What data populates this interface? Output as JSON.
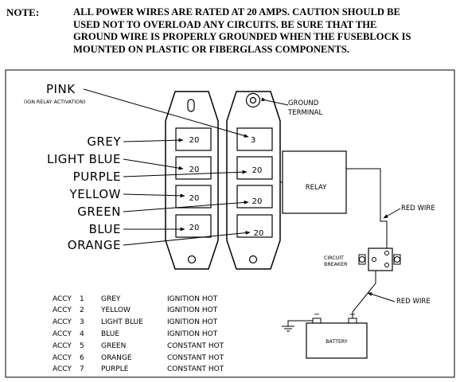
{
  "note": {
    "label": "NOTE:",
    "lines": [
      "ALL POWER WIRES ARE RATED AT 20 AMPS. CAUTION SHOULD BE",
      "USED NOT TO OVERLOAD ANY CIRCUITS.  BE SURE THAT THE",
      "GROUND WIRE IS PROPERLY GROUNDED WHEN THE FUSEBLOCK  IS",
      "MOUNTED ON PLASTIC OR FIBERGLASS COMPONENTS."
    ]
  },
  "diagram": {
    "pink_label": "PINK",
    "pink_sublabel": "(IGN RELAY ACTIVATION)",
    "wire_labels": [
      "GREY",
      "LIGHT BLUE",
      "PURPLE",
      "YELLOW",
      "GREEN",
      "BLUE",
      "ORANGE"
    ],
    "left_fuses": [
      "20",
      "20",
      "20",
      "20"
    ],
    "right_fuses": [
      "3",
      "20",
      "20",
      "20"
    ],
    "ground_terminal": [
      "GROUND",
      "TERMINAL"
    ],
    "relay": "RELAY",
    "red_wire_top": "RED WIRE",
    "red_wire_bottom": "RED WIRE",
    "circuit_breaker": [
      "CIRCUIT",
      "BREAKER"
    ],
    "battery": "BATTERY",
    "battery_minus": "−",
    "battery_plus": "+"
  },
  "accessory_table": [
    {
      "accy": "ACCY",
      "num": "1",
      "color": "GREY",
      "type": "IGNITION HOT"
    },
    {
      "accy": "ACCY",
      "num": "2",
      "color": "YELLOW",
      "type": "IGNITION HOT"
    },
    {
      "accy": "ACCY",
      "num": "3",
      "color": "LIGHT BLUE",
      "type": "IGNITION HOT"
    },
    {
      "accy": "ACCY",
      "num": "4",
      "color": "BLUE",
      "type": "IGNITION HOT"
    },
    {
      "accy": "ACCY",
      "num": "5",
      "color": "GREEN",
      "type": "CONSTANT HOT"
    },
    {
      "accy": "ACCY",
      "num": "6",
      "color": "ORANGE",
      "type": "CONSTANT HOT"
    },
    {
      "accy": "ACCY",
      "num": "7",
      "color": "PURPLE",
      "type": "CONSTANT HOT"
    }
  ]
}
